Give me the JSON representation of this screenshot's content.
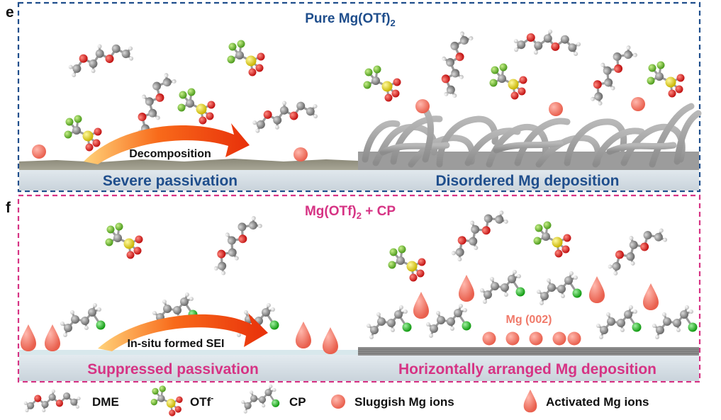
{
  "panel_e": {
    "letter": "e",
    "title_main": "Pure Mg(OTf)",
    "title_sub": "2",
    "arrow_label": "Decomposition",
    "left_caption": "Severe passivation",
    "right_caption": "Disordered Mg deposition",
    "border_color": "#1f4e8c"
  },
  "panel_f": {
    "letter": "f",
    "title_main": "Mg(OTf)",
    "title_sub": "2",
    "title_tail": " + CP",
    "arrow_label": "In-situ formed SEI",
    "mg_label": "Mg (002)",
    "left_caption": "Suppressed passivation",
    "right_caption": "Horizontally arranged Mg deposition",
    "border_color": "#d63384"
  },
  "legend": {
    "dme": "DME",
    "otf": "OTf",
    "otf_sup": "-",
    "cp": "CP",
    "sluggish": "Sluggish Mg ions",
    "activated": "Activated Mg ions"
  },
  "colors": {
    "carbon": "#8a8a8a",
    "oxygen": "#e02020",
    "fluorine": "#7cc436",
    "sulfur": "#f2e21a",
    "chlorine": "#28c028",
    "hydrogen": "#f2f2f2",
    "mg_ion": "#f07a6a",
    "arrow": "#f04010"
  }
}
